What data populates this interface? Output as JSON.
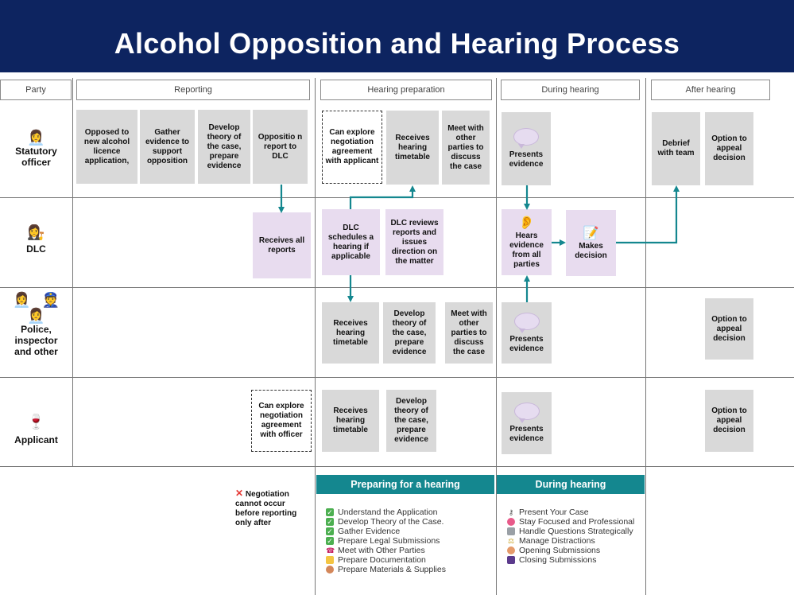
{
  "title": "Alcohol Opposition and Hearing Process",
  "columns": {
    "party": "Party",
    "reporting": "Reporting",
    "hearing_prep": "Hearing preparation",
    "during": "During hearing",
    "after": "After hearing"
  },
  "parties": {
    "statutory": "Statutory officer",
    "dlc": "DLC",
    "police": "Police, inspector and other parties",
    "applicant": "Applicant"
  },
  "boxes": {
    "so_opposed": "Opposed to new alcohol licence application,",
    "so_gather": "Gather evidence to support opposition",
    "so_develop": "Develop theory of the case, prepare evidence",
    "so_report": "Oppositio n report to DLC",
    "so_negotiate": "Can explore negotiation agreement with applicant",
    "so_timetable": "Receives hearing timetable",
    "so_meet": "Meet with other parties to discuss the case",
    "so_presents": "Presents evidence",
    "so_debrief": "Debrief with team",
    "so_appeal": "Option to appeal decision",
    "dlc_receives": "Receives all reports",
    "dlc_schedules": "DLC schedules a hearing if applicable",
    "dlc_reviews": "DLC reviews reports and issues direction on the matter",
    "dlc_hears": "Hears evidence from all parties",
    "dlc_decision": "Makes decision",
    "po_timetable": "Receives hearing timetable",
    "po_develop": "Develop theory of the case, prepare evidence",
    "po_meet": "Meet with other parties to discuss the case",
    "po_presents": "Presents evidence",
    "po_appeal": "Option to appeal decision",
    "ap_negotiate": "Can explore negotiation agreement with officer",
    "ap_timetable": "Receives hearing timetable",
    "ap_develop": "Develop theory of the case, prepare evidence",
    "ap_presents": "Presents evidence",
    "ap_appeal": "Option to appeal decision"
  },
  "note": "Negotiation cannot occur before reporting only after",
  "preparing": {
    "title": "Preparing for a hearing",
    "items": [
      "Understand the Application",
      "Develop Theory of the Case.",
      "Gather Evidence",
      "Prepare Legal Submissions",
      "Meet with Other Parties",
      "Prepare Documentation",
      "Prepare Materials & Supplies"
    ]
  },
  "during_panel": {
    "title": "During hearing",
    "items": [
      "Present Your Case",
      "Stay Focused and Professional",
      "Handle Questions Strategically",
      "Manage Distractions",
      "Opening Submissions",
      "Closing Submissions"
    ]
  },
  "colors": {
    "header": "#0d2460",
    "teal": "#14878f",
    "grey_box": "#d9d9d9",
    "purple_box": "#e8dcef"
  }
}
